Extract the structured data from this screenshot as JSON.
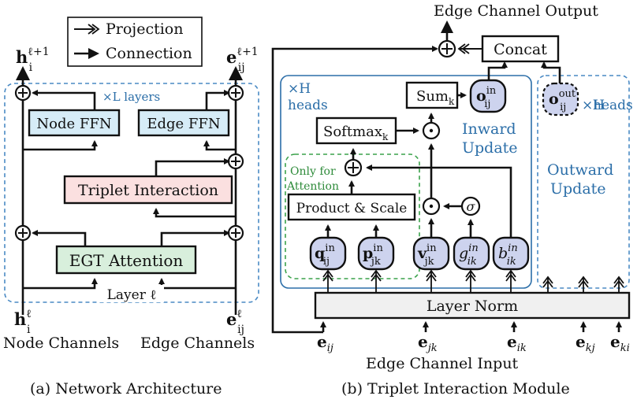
{
  "legend": {
    "projection": "Projection",
    "connection": "Connection"
  },
  "left": {
    "h_top": "h",
    "h_top_sup": "ℓ+1",
    "h_top_sub": "i",
    "e_top": "e",
    "e_top_sup": "ℓ+1",
    "e_top_sub": "ij",
    "layers_label": "×L layers",
    "node_ffn": "Node FFN",
    "edge_ffn": "Edge FFN",
    "triplet_interaction": "Triplet Interaction",
    "egt_attention": "EGT Attention",
    "layer_label": "Layer ℓ",
    "h_bottom": "h",
    "h_bottom_sup": "ℓ",
    "h_bottom_sub": "i",
    "e_bottom": "e",
    "e_bottom_sup": "ℓ",
    "e_bottom_sub": "ij",
    "node_channels": "Node Channels",
    "edge_channels": "Edge Channels",
    "caption": "(a) Network Architecture"
  },
  "right": {
    "edge_output": "Edge Channel Output",
    "concat": "Concat",
    "h_heads_left": "×H",
    "heads_left": "heads",
    "sum": "Sum",
    "sum_sub": "k",
    "o_in": "o",
    "o_in_sup": "in",
    "o_in_sub": "ij",
    "o_out": "o",
    "o_out_sup": "out",
    "o_out_sub": "ij",
    "h_heads_right": "×H",
    "heads_right": "heads",
    "softmax": "Softmax",
    "softmax_sub": "k",
    "inward": "Inward",
    "update": "Update",
    "only_for": "Only for",
    "attention": "Attention",
    "outward": "Outward",
    "outward_update": "Update",
    "product_scale": "Product & Scale",
    "sigma": "σ",
    "q": "q",
    "q_sup": "in",
    "q_sub": "ij",
    "p": "p",
    "p_sup": "in",
    "p_sub": "jk",
    "v": "v",
    "v_sup": "in",
    "v_sub": "jk",
    "g": "g",
    "g_sup": "in",
    "g_sub": "ik",
    "b": "b",
    "b_sup": "in",
    "b_sub": "ik",
    "layer_norm": "Layer Norm",
    "inputs": [
      {
        "base": "e",
        "sub": "ij"
      },
      {
        "base": "e",
        "sub": "jk"
      },
      {
        "base": "e",
        "sub": "ik"
      },
      {
        "base": "e",
        "sub": "kj"
      },
      {
        "base": "e",
        "sub": "ki"
      }
    ],
    "edge_input": "Edge Channel Input",
    "caption": "(b) Triplet Interaction Module"
  }
}
